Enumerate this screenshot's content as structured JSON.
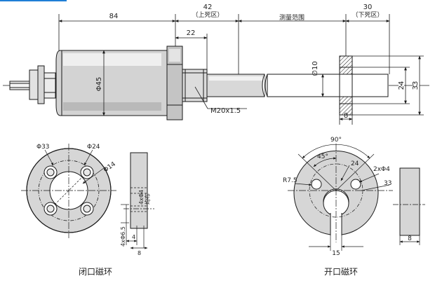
{
  "colors": {
    "line": "#1a1a1a",
    "center_line": "#333333",
    "body_fill": "#cfcfcf",
    "body_light": "#ececec",
    "ring_fill": "#d8d8d8",
    "accent": "#1f7fd6"
  },
  "dimensions": {
    "d84": "84",
    "d42": "42",
    "upper_dead_zone": "（上死区）",
    "measuring_range": "测量范围",
    "d30": "30",
    "lower_dead_zone": "（下死区）",
    "d22": "22",
    "phi45": "Φ45",
    "phi10": "∅10",
    "d24": "24",
    "d33": "33",
    "d8": "8",
    "thread": "M20x1.5"
  },
  "closed_ring": {
    "caption": "闭口磁环",
    "phi33": "Φ33",
    "phi24": "Φ24",
    "phi14": "Φ14",
    "holes": "4xΦ4",
    "even": "均布",
    "holes_65": "4xΦ6.5",
    "d4": "4",
    "d8": "8"
  },
  "open_ring": {
    "caption": "开口磁环",
    "angle90": "90°",
    "angle45": "45°",
    "d24": "24",
    "holes": "2xΦ4",
    "d33": "33",
    "r75": "R7.5",
    "d15": "15",
    "d8": "8"
  }
}
